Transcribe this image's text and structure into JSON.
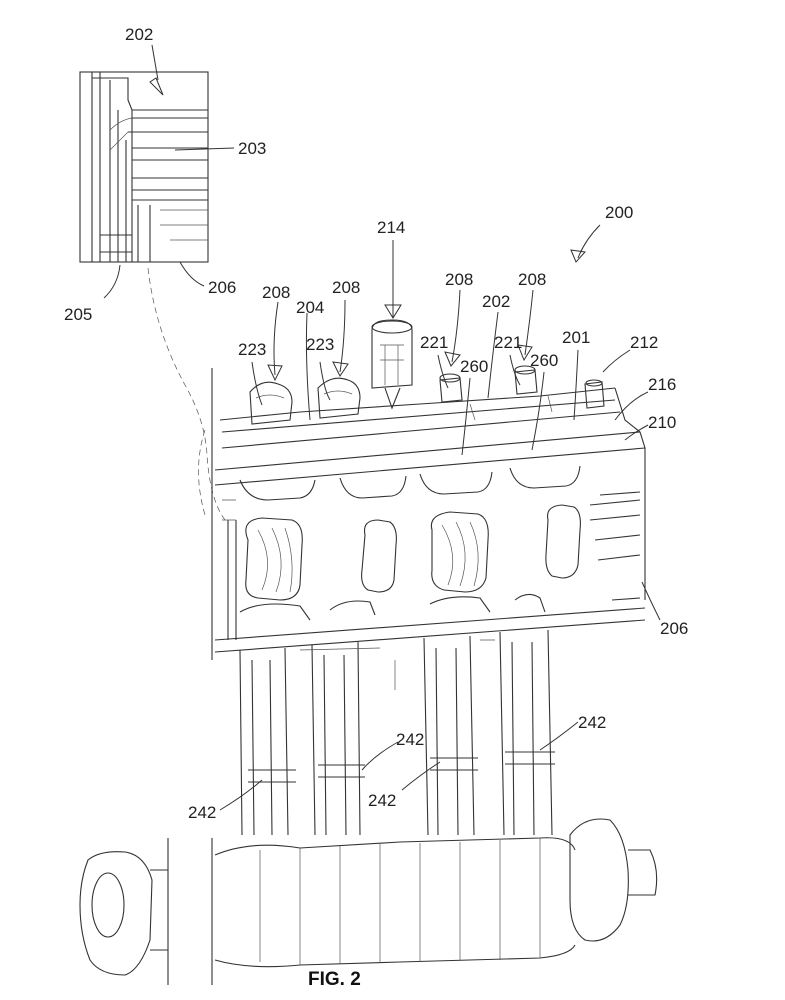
{
  "figure_caption": "FIG. 2",
  "labels": {
    "l202_inset": "202",
    "l203": "203",
    "l205": "205",
    "l206_inset": "206",
    "l214": "214",
    "l200": "200",
    "l208_a": "208",
    "l204": "204",
    "l208_b": "208",
    "l208_c": "208",
    "l208_d": "208",
    "l202_main": "202",
    "l223_a": "223",
    "l223_b": "223",
    "l221_a": "221",
    "l221_b": "221",
    "l260_a": "260",
    "l260_b": "260",
    "l201": "201",
    "l212": "212",
    "l216": "216",
    "l210": "210",
    "l206_main": "206",
    "l242_a": "242",
    "l242_b": "242",
    "l242_c": "242",
    "l242_d": "242"
  }
}
